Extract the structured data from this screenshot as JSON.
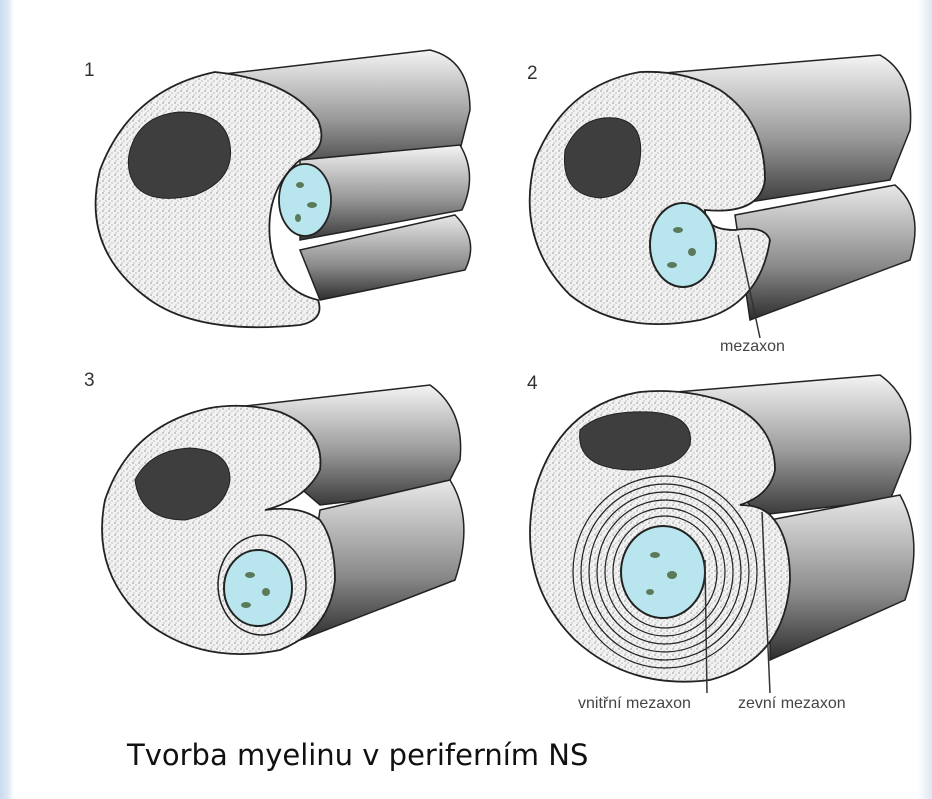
{
  "panels": [
    {
      "number": "1"
    },
    {
      "number": "2"
    },
    {
      "number": "3"
    },
    {
      "number": "4"
    }
  ],
  "labels": {
    "mezaxon": "mezaxon",
    "inner_mezaxon": "vnitřní mezaxon",
    "outer_mezaxon": "zevní mezaxon"
  },
  "caption": "Tvorba myelinu v periferním NS",
  "colors": {
    "axon": "#b9e6ee",
    "cytoplasm_stipple": "#d6d6d6",
    "nucleus": "#3a3a3a",
    "outline": "#222222"
  }
}
